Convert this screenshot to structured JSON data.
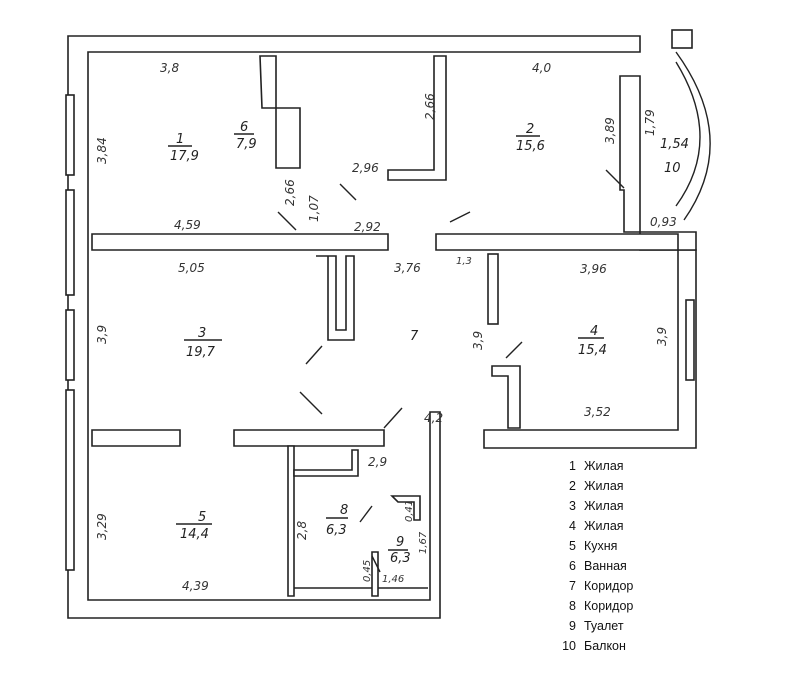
{
  "rooms": [
    {
      "id": "1",
      "area": "17,9"
    },
    {
      "id": "6",
      "area": "7,9"
    },
    {
      "id": "2",
      "area": "15,6"
    },
    {
      "id": "10",
      "area": "1,54"
    },
    {
      "id": "3",
      "area": "19,7"
    },
    {
      "id": "7",
      "area": ""
    },
    {
      "id": "4",
      "area": "15,4"
    },
    {
      "id": "5",
      "area": "14,4"
    },
    {
      "id": "8",
      "area": "6,3"
    },
    {
      "id": "9",
      "area": "6,3"
    }
  ],
  "dims": [
    "3,8",
    "4,0",
    "2,66",
    "3,84",
    "2,96",
    "3,89",
    "1,79",
    "2,66",
    "1,07",
    "4,59",
    "2,92",
    "0,93",
    "5,05",
    "3,76",
    "1,3",
    "3,96",
    "3,9",
    "3,9",
    "3,9",
    "4,2",
    "3,52",
    "2,9",
    "0,41",
    "3,29",
    "2,8",
    "0,45",
    "1,67",
    "4,39",
    "1,46"
  ],
  "legend": [
    {
      "num": "1",
      "label": "Жилая"
    },
    {
      "num": "2",
      "label": "Жилая"
    },
    {
      "num": "3",
      "label": "Жилая"
    },
    {
      "num": "4",
      "label": "Жилая"
    },
    {
      "num": "5",
      "label": "Кухня"
    },
    {
      "num": "6",
      "label": "Ванная"
    },
    {
      "num": "7",
      "label": "Коридор"
    },
    {
      "num": "8",
      "label": "Коридор"
    },
    {
      "num": "9",
      "label": "Туалет"
    },
    {
      "num": "10",
      "label": "Балкон"
    }
  ]
}
